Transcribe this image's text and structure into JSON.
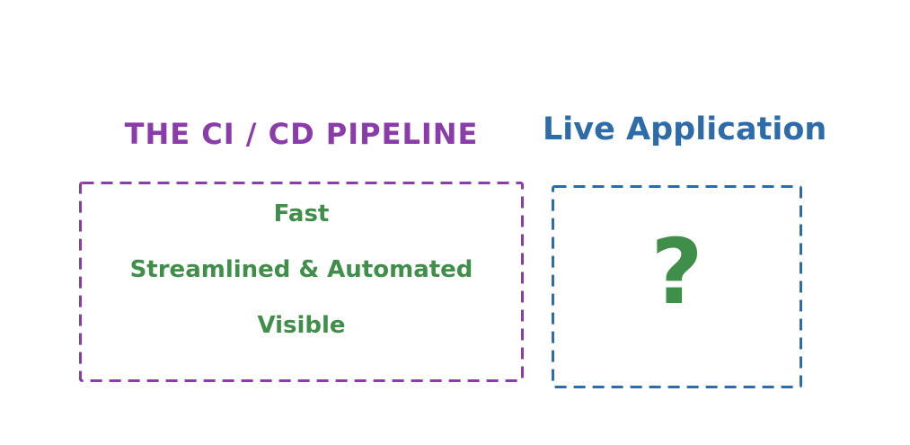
{
  "colors": {
    "purple": "#8a3ca8",
    "blue": "#2e6ca9",
    "green": "#3f8e49",
    "background": "#ffffff"
  },
  "pipeline": {
    "title": "THE CI / CD PIPELINE",
    "attributes": [
      {
        "label": "Fast"
      },
      {
        "label": "Streamlined & Automated"
      },
      {
        "label": "Visible"
      }
    ]
  },
  "live_application": {
    "title": "Live Application",
    "unknown_marker": "?"
  }
}
